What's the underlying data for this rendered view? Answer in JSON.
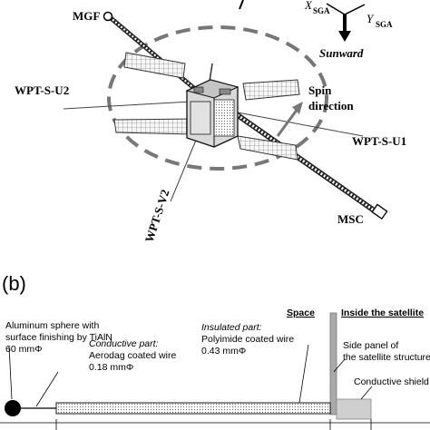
{
  "panel_a": {
    "labels": {
      "mgf": "MGF",
      "wpt_u2": "WPT-S-U2",
      "wpt_u1": "WPT-S-U1",
      "wpt_v2": "WPT-S-V2",
      "msc": "MSC",
      "spin": "Spin",
      "direction": "direction",
      "x_axis": "X",
      "x_sub": "SGA",
      "y_axis": "Y",
      "y_sub": "SGA",
      "sunward": "Sunward"
    }
  },
  "panel_b": {
    "tag": "(b)",
    "space": "Space",
    "inside": "Inside the satellite",
    "sphere_line1": "Aluminum sphere with",
    "sphere_line2": "surface finishing by TiAlN",
    "sphere_line3": "60 mmΦ",
    "insulated_title": "Insulated part:",
    "insulated_line1": "Polyimide coated wire",
    "insulated_line2": "0.43 mmΦ",
    "conductive_title": "Conductive part:",
    "conductive_line1": "Aerodag coated wire",
    "conductive_line2": "0.18 mmΦ",
    "panel_line1": "Side panel of",
    "panel_line2": "the satellite structure",
    "shield": "Conductive shield"
  }
}
